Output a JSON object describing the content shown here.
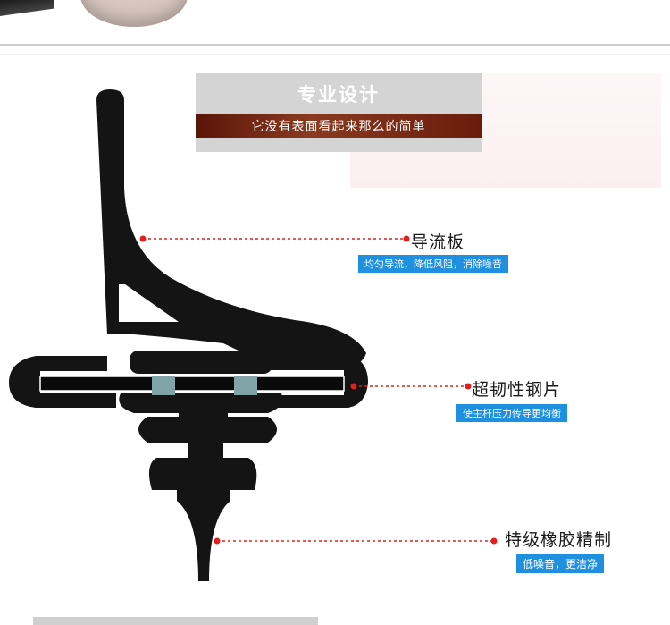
{
  "header": {
    "title": "专业设计",
    "subtitle": "它没有表面看起来那么的简单"
  },
  "callouts": [
    {
      "label": "导流板",
      "tag": "均匀导流，降低风阻，消除噪音"
    },
    {
      "label": "超韧性钢片",
      "tag": "使主杆压力传导更均衡"
    },
    {
      "label": "特级橡胶精制",
      "tag": "低噪音，更洁净"
    }
  ],
  "colors": {
    "rubber": "#141414",
    "leader": "#e0201c",
    "tag_bg": "#1f8fe0",
    "banner_bg": "#d4d4d4",
    "banner_sub_bg": "#6a1c0c"
  }
}
